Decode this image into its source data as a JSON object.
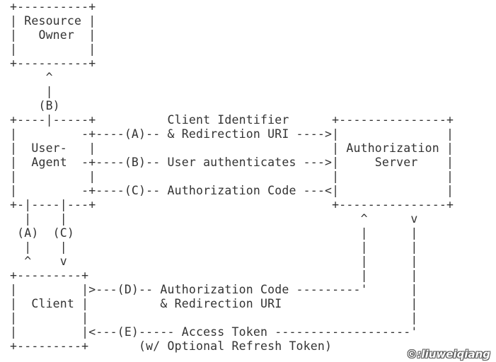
{
  "diagram": {
    "lines": [
      "+----------+",
      "| Resource |",
      "|   Owner  |",
      "|          |",
      "+----------+",
      "     ^",
      "     |",
      "    (B)",
      "+----|-----+          Client Identifier      +---------------+",
      "|         -+----(A)-- & Redirection URI ---->|               |",
      "|  User-   |                                 | Authorization |",
      "|  Agent  -+----(B)-- User authenticates --->|     Server    |",
      "|          |                                 |               |",
      "|         -+----(C)-- Authorization Code ---<|               |",
      "+-|----|---+                                 +---------------+",
      "  |    |                                         ^      v",
      " (A)  (C)                                        |      |",
      "  |    |                                         |      |",
      "  ^    v                                         |      |",
      "+---------+                                      |      |",
      "|         |>---(D)-- Authorization Code ---------'      |",
      "|  Client |          & Redirection URI                  |",
      "|         |                                             |",
      "|         |<---(E)----- Access Token -------------------'",
      "+---------+       (w/ Optional Refresh Token)"
    ]
  },
  "watermark": "©:liuweiqiang"
}
